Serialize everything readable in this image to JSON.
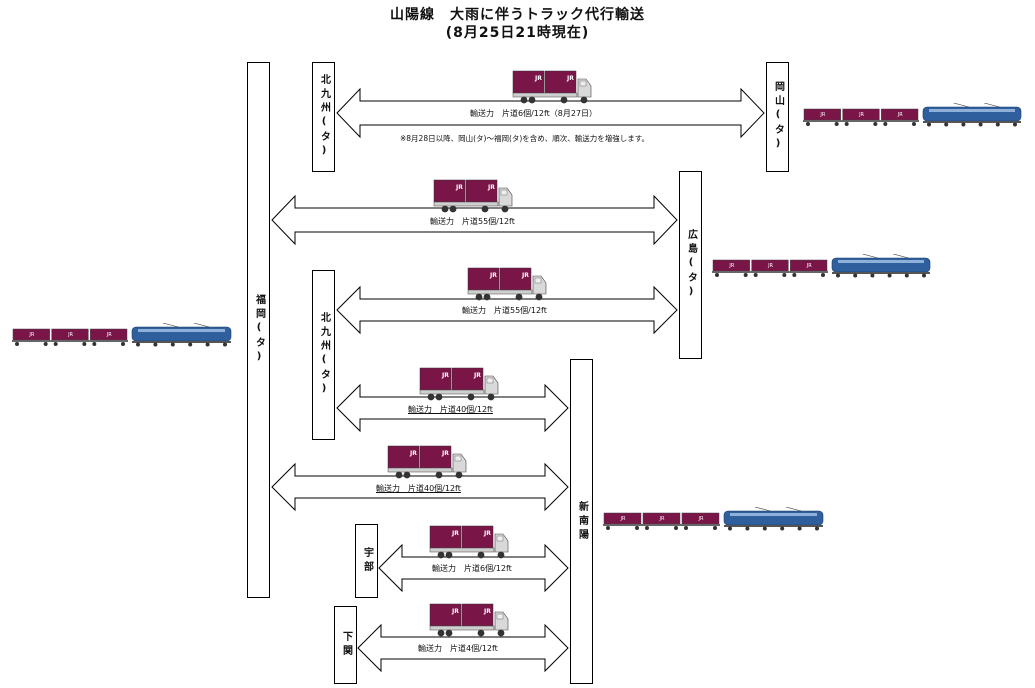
{
  "header": {
    "title": "山陽線　大雨に伴うトラック代行輸送",
    "subtitle": "(8月25日21時現在)"
  },
  "stations": {
    "fukuoka": "福岡(タ)",
    "kitakyushu_top": "北九州(タ)",
    "okayama": "岡山(タ)",
    "hiroshima": "広島(タ)",
    "kitakyushu_mid": "北九州(タ)",
    "shinnanyo": "新南陽",
    "ube": "宇部",
    "shimonoseki": "下関"
  },
  "routes": [
    {
      "caption": "輸送力　片道6個/12ft（8月27日）",
      "note": "※8月28日以降、岡山(タ)～福岡(タ)を含め、順次、輸送力を増強します。"
    },
    {
      "caption": "輸送力　片道55個/12ft"
    },
    {
      "caption": "輸送力　片道55個/12ft"
    },
    {
      "caption": "輸送力　片道40個/12ft"
    },
    {
      "caption": "輸送力　片道40個/12ft"
    },
    {
      "caption": "輸送力　片道6個/12ft"
    },
    {
      "caption": "輸送力　片道4個/12ft"
    }
  ],
  "icons": {
    "truck": "container-truck-icon",
    "train": "freight-train-icon",
    "container_logo": "JR"
  },
  "colors": {
    "container": "#7a1548",
    "locomotive": "#2f5f9c",
    "truck_cab": "#d9d9d9",
    "line": "#000000"
  }
}
